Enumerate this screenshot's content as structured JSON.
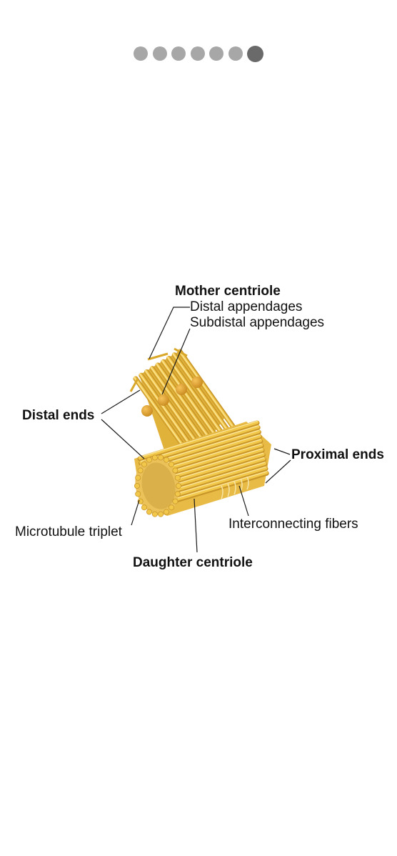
{
  "pager": {
    "count": 7,
    "active_index": 6
  },
  "figure": {
    "labels": {
      "mother_centriole": "Mother centriole",
      "distal_appendages": "Distal appendages",
      "subdistal_appendages": "Subdistal appendages",
      "distal_ends": "Distal ends",
      "proximal_ends": "Proximal ends",
      "microtubule_triplet": "Microtubule triplet",
      "interconnecting_fibers": "Interconnecting fibers",
      "daughter_centriole": "Daughter centriole"
    },
    "colors": {
      "tubule": "#f2c84b",
      "tubule_shadow": "#c9962a",
      "tubule_highlight": "#fbe59a",
      "leader_line": "#1a1a1a"
    }
  }
}
